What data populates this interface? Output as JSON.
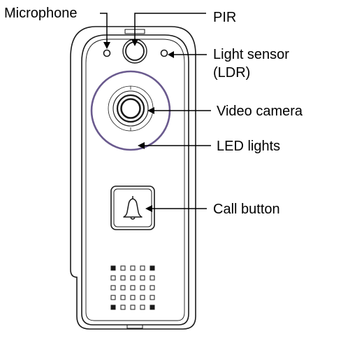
{
  "labels": {
    "microphone": "Microphone",
    "pir": "PIR",
    "light_sensor_line1": "Light sensor",
    "light_sensor_line2": "(LDR)",
    "video_camera": "Video camera",
    "led_lights": "LED lights",
    "call_button": "Call button"
  },
  "colors": {
    "outline": "#1a1a1a",
    "led_ring": "#6a5a8e",
    "background": "#ffffff"
  },
  "icons": {
    "call_button_icon": "bell-icon"
  }
}
